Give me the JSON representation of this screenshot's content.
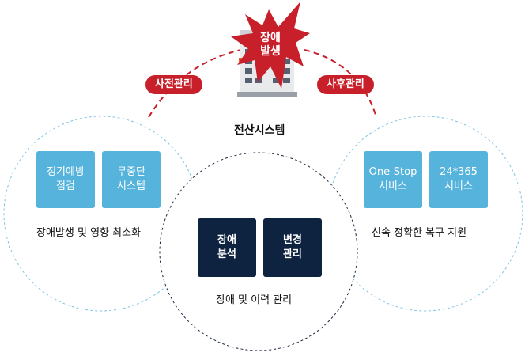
{
  "top": {
    "burst_line1": "장애",
    "burst_line2": "발생",
    "building_label": "전산시스템",
    "pre_label": "사전관리",
    "post_label": "사후관리"
  },
  "left": {
    "box1_line1": "정기예방",
    "box1_line2": "점검",
    "box2_line1": "무중단",
    "box2_line2": "시스템",
    "caption": "장애발생 및 영향 최소화"
  },
  "center": {
    "box1_line1": "장애",
    "box1_line2": "분석",
    "box2_line1": "변경",
    "box2_line2": "관리",
    "caption": "장애 및 이력 관리"
  },
  "right": {
    "box1_line1": "One-Stop",
    "box1_line2": "서비스",
    "box2_line1": "24*365",
    "box2_line2": "서비스",
    "caption": "신속 정확한 복구 지원"
  },
  "colors": {
    "accent_red": "#c8202a",
    "light_blue": "#56b3db",
    "navy": "#0e2340",
    "circle_dash_blue": "#7ec4e2"
  }
}
